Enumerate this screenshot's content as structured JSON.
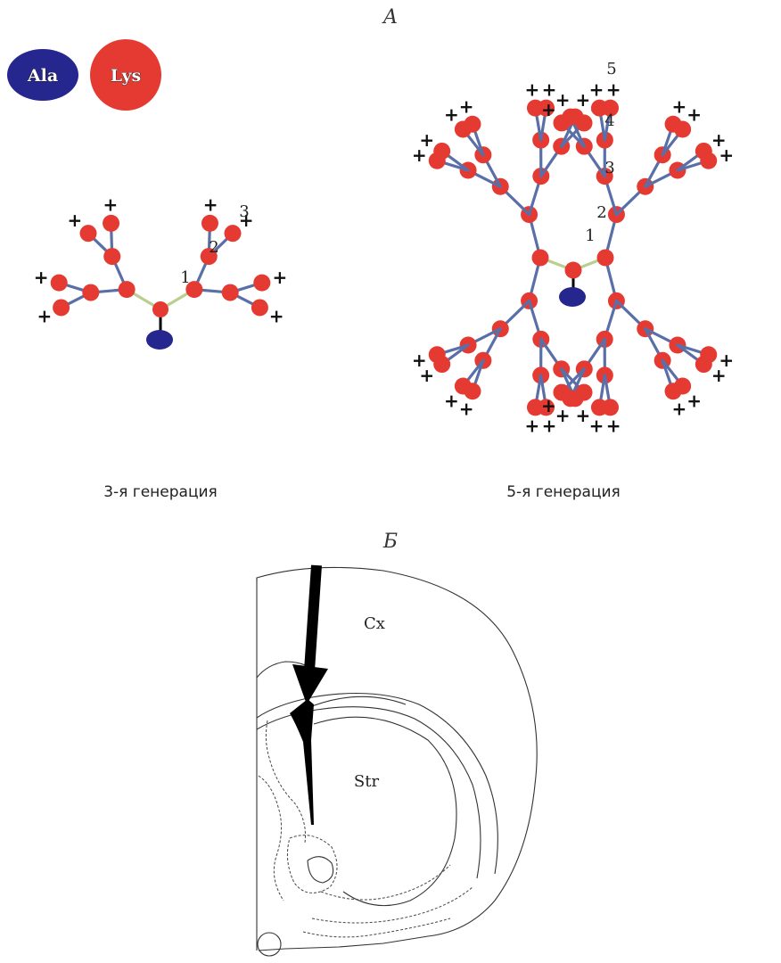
{
  "panel_a": {
    "letter": "А",
    "legend": {
      "ala": "Ala",
      "lys": "Lys"
    },
    "colors": {
      "lys": "#e53a32",
      "ala": "#26268f",
      "bond": "#5a6fa8",
      "core_bond": "#b9cf8f"
    },
    "plus_sign": "+",
    "gen3": {
      "caption": "3-я генерация",
      "labels": [
        "1",
        "2",
        "3"
      ]
    },
    "gen5": {
      "caption": "5-я генерация",
      "labels": [
        "1",
        "2",
        "3",
        "4",
        "5"
      ]
    }
  },
  "panel_b": {
    "letter": "Б",
    "regions": {
      "cortex": "Cx",
      "striatum": "Str"
    }
  }
}
